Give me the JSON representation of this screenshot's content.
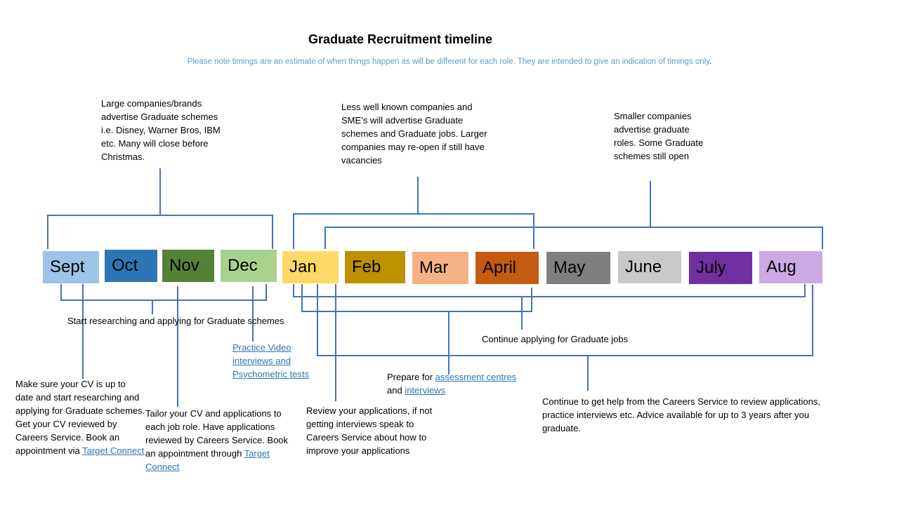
{
  "header": {
    "title": "Graduate Recruitment timeline",
    "subtitle": "Please note timings are an estimate of when things happen as will be different for each role. They are intended to give an indication of timings only",
    "subtitle_end": "."
  },
  "months": [
    {
      "label": "Sept",
      "color": "#9dc3e6"
    },
    {
      "label": "Oct",
      "color": "#2e75b6"
    },
    {
      "label": "Nov",
      "color": "#548235"
    },
    {
      "label": "Dec",
      "color": "#a9d18e"
    },
    {
      "label": "Jan",
      "color": "#ffd966"
    },
    {
      "label": "Feb",
      "color": "#bf9000"
    },
    {
      "label": "Mar",
      "color": "#f4b183"
    },
    {
      "label": "April",
      "color": "#c55a11"
    },
    {
      "label": "May",
      "color": "#7f7f7f"
    },
    {
      "label": "June",
      "color": "#c9c9c9"
    },
    {
      "label": "July",
      "color": "#7030a0"
    },
    {
      "label": "Aug",
      "color": "#cba9e3"
    }
  ],
  "line_color": "#4472c4",
  "notes": {
    "top_large_companies": "Large companies/brands advertise Graduate schemes i.e. Disney, Warner Bros, IBM etc. Many will close before Christmas.",
    "top_less_known": "Less well known companies and SME’s will advertise Graduate schemes and Graduate jobs. Larger companies may re-open if still have vacancies",
    "top_smaller": "Smaller companies advertise graduate roles. Some Graduate schemes still open",
    "start_researching": "Start researching and applying for Graduate schemes",
    "practice_video_link": "Practice Video interviews and Psychometric tests",
    "continue_applying": "Continue applying for Graduate jobs",
    "prepare_prefix": "Prepare for ",
    "assessment_centres_link": "assessment centres ",
    "prepare_and": "and ",
    "interviews_link": "interviews",
    "cv_up_to_date": "Make sure your CV is up to date and start researching and applying for Graduate schemes. Get your CV reviewed by Careers Service. Book an appointment via ",
    "cv_target_link": "Target Connect",
    "tailor_cv": "Tailor your CV and applications to each job role. Have applications reviewed by Careers Service. Book an appointment through ",
    "tailor_target_link": "Target Connect",
    "review_apps": "Review your applications, if not getting interviews speak to Careers Service about how to improve your applications",
    "continue_help": "Continue to get help from the Careers Service to review applications, practice interviews etc. Advice available for up to 3 years after you graduate."
  }
}
